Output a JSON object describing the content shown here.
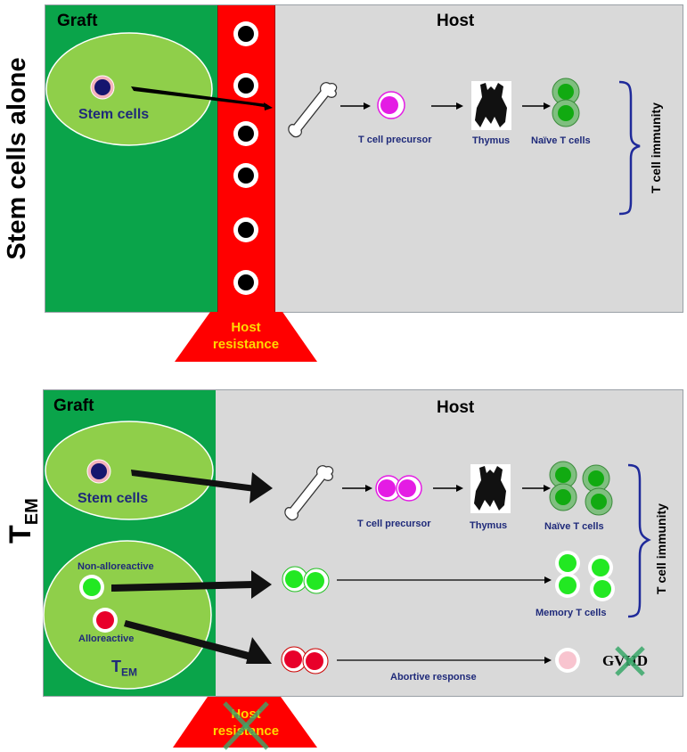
{
  "top_panel": {
    "side_title": "Stem cells alone",
    "graft_label": "Graft",
    "host_label": "Host",
    "stem_cells_label": "Stem cells",
    "t_cell_precursor_label": "T cell precursor",
    "thymus_label": "Thymus",
    "naive_t_cells_label": "Naïve T cells",
    "t_cell_immunity_label": "T cell immunity",
    "host_resistance_label_line1": "Host",
    "host_resistance_label_line2": "resistance"
  },
  "bottom_panel": {
    "side_title_main": "T",
    "side_title_sub": "EM",
    "graft_label": "Graft",
    "host_label": "Host",
    "stem_cells_label": "Stem cells",
    "non_alloreactive_label": "Non-alloreactive",
    "alloreactive_label": "Alloreactive",
    "tem_label_main": "T",
    "tem_label_sub": "EM",
    "t_cell_precursor_label": "T cell precursor",
    "thymus_label": "Thymus",
    "naive_t_cells_label": "Naïve T cells",
    "memory_t_cells_label": "Memory  T cells",
    "abortive_response_label": "Abortive response",
    "gvhd_label": "GVHD",
    "t_cell_immunity_label": "T cell immunity",
    "host_resistance_label_line1": "Host",
    "host_resistance_label_line2": "resistance"
  },
  "colors": {
    "graft_green": "#0aa44a",
    "light_green": "#8fcf4a",
    "host_gray": "#d9d9d9",
    "resistance_red": "#ff0000",
    "label_navy": "#1f2a7a",
    "resistance_text_yellow": "#ffd800",
    "precursor_magenta": "#e41ce4",
    "memory_green": "#22e822",
    "allo_red": "#e8002a",
    "cross_green": "#3aa86a"
  },
  "icons": {
    "bone": "bone-icon",
    "thymus": "thymus-icon",
    "brace": "curly-brace-icon",
    "cross": "cross-out-icon"
  }
}
